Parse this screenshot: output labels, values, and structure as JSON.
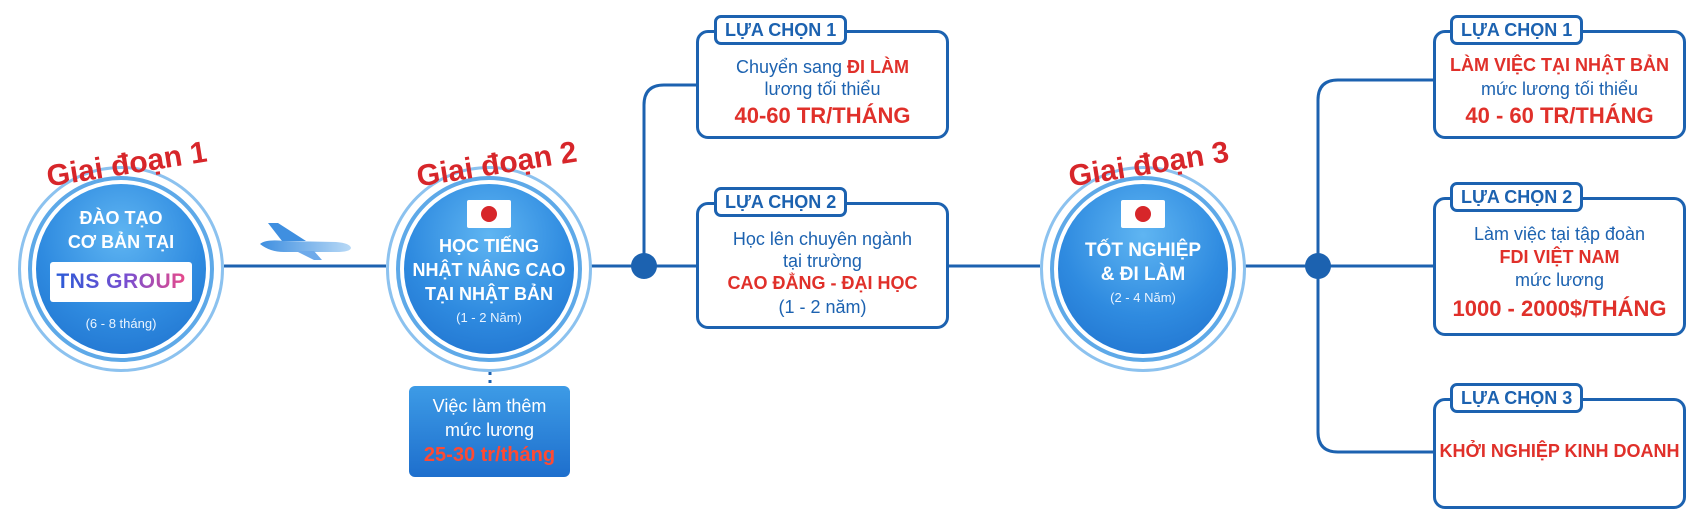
{
  "stage1": {
    "title": "Giai đoạn 1",
    "line1": "ĐÀO TẠO",
    "line2": "CƠ BẢN TẠI",
    "logo": "TNS GROUP",
    "duration": "(6 - 8 tháng)"
  },
  "stage2": {
    "title": "Giai đoạn 2",
    "line1": "HỌC TIẾNG",
    "line2": "NHẬT NÂNG CAO",
    "line3": "TẠI NHẬT BẢN",
    "duration": "(1 - 2 Năm)",
    "side": {
      "line1": "Việc làm thêm",
      "line2": "mức lương",
      "highlight": "25-30 tr/tháng"
    }
  },
  "stage3": {
    "title": "Giai đoạn 3",
    "line1": "TỐT NGHIỆP",
    "line2": "& ĐI LÀM",
    "duration": "(2 - 4 Năm)"
  },
  "branch_a": {
    "option1": {
      "tag": "LỰA CHỌN 1",
      "line1_prefix": "Chuyển sang ",
      "line1_highlight": "ĐI LÀM",
      "line2": "lương tối thiểu",
      "big": "40-60 TR/THÁNG"
    },
    "option2": {
      "tag": "LỰA CHỌN 2",
      "line1": "Học lên chuyên ngành",
      "line2": "tại trường",
      "highlight": "CAO ĐẲNG - ĐẠI HỌC",
      "line4": "(1 - 2 năm)"
    }
  },
  "branch_b": {
    "option1": {
      "tag": "LỰA CHỌN 1",
      "highlight": "LÀM VIỆC TẠI NHẬT BẢN",
      "line2": "mức lương tối thiểu",
      "big": "40 - 60 TR/THÁNG"
    },
    "option2": {
      "tag": "LỰA CHỌN 2",
      "line1": "Làm việc tại tập đoàn",
      "highlight": "FDI VIỆT NAM",
      "line3": "mức lương",
      "big": "1000 - 2000$/THÁNG"
    },
    "option3": {
      "tag": "LỰA CHỌN 3",
      "highlight": "KHỞI NGHIỆP KINH DOANH"
    }
  },
  "icons": {
    "plane": "airplane-icon",
    "flag": "japan-flag-icon"
  },
  "colors": {
    "primary_blue": "#1c62b0",
    "accent_red": "#e0302a",
    "circle_blue": "#2f8be0"
  }
}
